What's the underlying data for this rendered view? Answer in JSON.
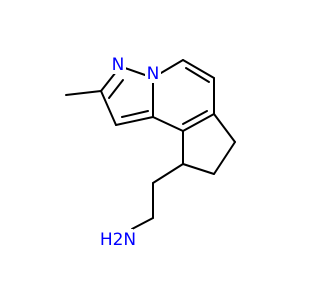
{
  "molecule": {
    "atoms": {
      "n_pyrazole": {
        "label": "N",
        "color": "#0000ff"
      },
      "n_bridge": {
        "label": "N",
        "color": "#0000ff"
      },
      "amine": {
        "label": "H2N",
        "color": "#0000ff"
      }
    }
  }
}
